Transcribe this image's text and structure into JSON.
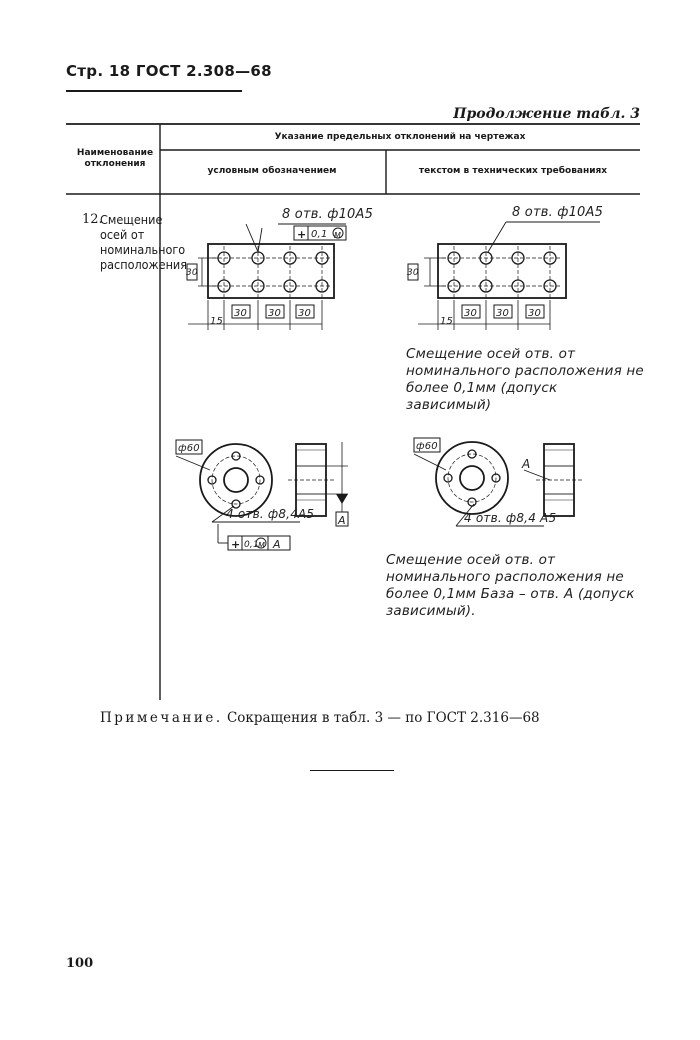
{
  "header": {
    "page_ref": "Стр. 18 ГОСТ  2.308—68",
    "continuation": "Продолжение табл. 3"
  },
  "table": {
    "col_name": "Наименование отклонения",
    "col_group": "Указание предельных отклонений на чертежах",
    "col_symbol": "условным обозначением",
    "col_text": "текстом в технических требованиях",
    "row": {
      "number": "12.",
      "name": "Смещение осей от номинального расположения"
    }
  },
  "drawing1": {
    "callout_left": "8 отв. ф10A5",
    "callout_right": "8 отв. ф10A5",
    "tol_sign": "+",
    "tol_value": "0,1",
    "tol_mod": "M",
    "dim_vert": "30",
    "dim_first": "15",
    "dim_box": "30"
  },
  "note1": "Смещение осей отв. от номинального расположения не более 0,1мм (допуск зависимый)",
  "drawing2": {
    "diameter_left": "ф60",
    "diameter_right": "ф60",
    "callout_left": "4 отв. ф8,4A5",
    "callout_right": "4 отв. ф8,4 A5",
    "tol_sign": "+",
    "tol_value": "0,1",
    "tol_mod": "M",
    "datum": "A",
    "datum_right": "A"
  },
  "note2": "Смещение осей отв. от номинального расположения не более 0,1мм База – отв. А (допуск зависимый).",
  "footnote": {
    "label": "Примечание.",
    "text": " Сокращения в табл. 3 — по ГОСТ 2.316—68"
  },
  "page_number": "100"
}
